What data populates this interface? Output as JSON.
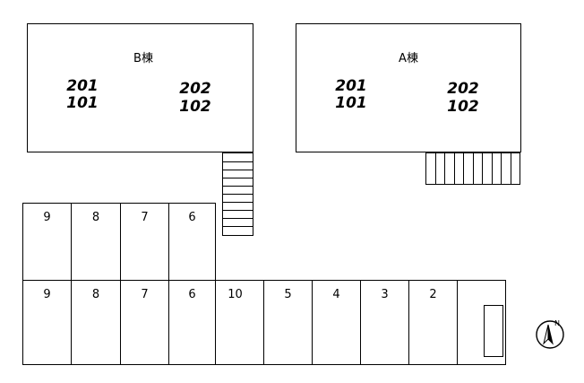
{
  "building_b": {
    "label": "B棟",
    "upper_left": "201",
    "lower_left": "101",
    "upper_right": "202",
    "lower_right": "102"
  },
  "building_a": {
    "label": "A棟",
    "upper_left": "201",
    "lower_left": "101",
    "upper_right": "202",
    "lower_right": "102"
  },
  "parking_upper_row": [
    "9",
    "8",
    "7",
    "6"
  ],
  "parking_lower_row": [
    "9",
    "8",
    "7",
    "6",
    "10",
    "5",
    "4",
    "3",
    "2",
    ""
  ],
  "compass": {
    "north_label": "N",
    "icon": "north-arrow-icon"
  }
}
